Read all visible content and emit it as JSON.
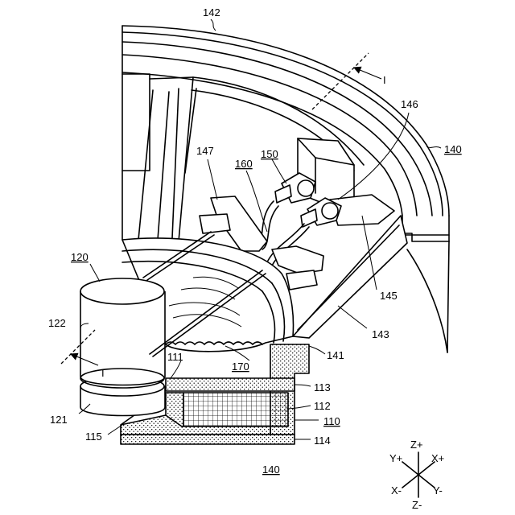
{
  "labels": {
    "l142": "142",
    "l140_right": "140",
    "l146": "146",
    "l150": "150",
    "l147": "147",
    "l160": "160",
    "l120": "120",
    "l122": "122",
    "l145": "145",
    "l143": "143",
    "l141": "141",
    "l111": "111",
    "l170": "170",
    "l113": "113",
    "l112": "112",
    "l110": "110",
    "l121": "121",
    "l115": "115",
    "l114": "114",
    "l140_bottom": "140",
    "section_mark_top": "I",
    "section_mark_left": "I"
  },
  "axes": {
    "z_plus": "Z+",
    "z_minus": "Z-",
    "y_plus": "Y+",
    "y_minus": "Y-",
    "x_plus": "X+",
    "x_minus": "X-"
  }
}
